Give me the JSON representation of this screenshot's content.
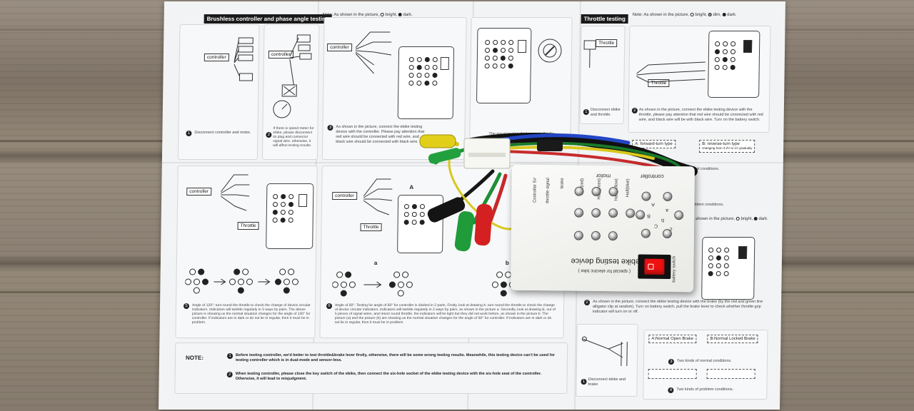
{
  "sheet": {
    "left_section": {
      "title": "Brushless controller and phase angle testing",
      "note": "Note: As shown in the picture,",
      "note_bright": "bright,",
      "note_dark": "dark.",
      "label_controller": "controller",
      "caption_1": "Disconnect controller and motor.",
      "caption_2": "If there is speed meter for ebike, please disconnect its plug and connector signal wire, otherwise, it will affect testing results.",
      "caption_3": "As shown in the picture, connect the ebike testing device with the controller. Please pay attention that red wire should be connected with red wire, and black wire should be connected with black wire.",
      "caption_4": "The equal testing device controller 5v",
      "label_throttle": "Throttle",
      "caption_5_title": "Angle of 120°:",
      "caption_5": "turn round the throttle to check the change of device circular indicators. Indicators will twinkle regularly in 3 ways by pairs. The above picture is showing us the normal situation changes for the angle of 120° for controller. If indicators are in dark or do not lie in regular, then it must be in problem.",
      "caption_6_title": "Angle of 60°:",
      "caption_6": "Testing for angle of 60° for controller is divided in 2 parts. Firstly, look at drawing A, turn round the throttle to check the change of device circular indicators. Indicators will twinkle regularly in 2 ways by pairs, as shown in the picture a. Secondly, look at drawing B, out of 5 pieces of signal wires, and return round throttle, the indicators will be light but they did not work before, as shown in the picture b. The picture (a) and the picture (b) are showing us the normal situation changes for the angle of 60° for controller. If indicators are in dark or do not lie in regular, then it must be in problem.",
      "label_a_upper": "A",
      "label_a_lower": "a",
      "label_b_lower": "b",
      "note_label": "NOTE:",
      "note_1": "Before testing controller, we'd better to test throttle&brake lever firstly, otherwise, there will be some wrong testing results. Meanwhile, this testing device can't be used for testing controller which is in dual-mode and sensor-less.",
      "note_2": "When testing controller, please close the key switch of the ebike, then connect the six-hole socket of the ebike testing device with the six-hole seat of the controller. Otherwise, it will lead to misjudgment."
    },
    "right_section": {
      "title": "Throttle testing",
      "note": "Note: As shown in the picture,",
      "note_bright": "bright,",
      "note_dim": "dim,",
      "note_dark": "dark.",
      "label_throttle_1": "Throttle",
      "label_throttle_2": "Throttle",
      "caption_1": "Disconnect ebike and throttle.",
      "caption_2": "As shown in the picture, connect the ebike testing device with the throttle, please pay attention that red wire should be connected with red wire, and black wire will be with black wire. Turn on the battery switch.",
      "type_a": "A: forward-turn type",
      "type_b": "B: reverse-turn type",
      "type_b_sub": "changing from 4.2V to 1V gradually",
      "normal_conditions": "normal conditions.",
      "problem_conditions": "problem conditions.",
      "note_brake": "Note: As shown in the picture,",
      "note_brake_bright": "bright,",
      "note_brake_dark": "dark.",
      "caption_brake_2": "As shown in the picture, connect the ebike testing device with the brake (by the red and green line alligator clip at random). Turn on battery switch, pull the brake lever to check whether throttle grip indicator will turn on or off.",
      "caption_brake_1": "Disconnect ebike and brake",
      "brake_a": "A:Normal Open Brake",
      "brake_b": "B:Normal Locked Brake",
      "kinds_normal": "Two kinds of normal conditions.",
      "kinds_problem": "Two kinds of problem conditions."
    }
  },
  "tester": {
    "label_controller": "controller",
    "label_motor": "motor",
    "label_title": "ebike testing device",
    "label_sub": "( special for electric bike )",
    "label_switch": "battery switch",
    "col_labels": [
      "Hall(red)",
      "Hall(green)",
      "Hall(yellow)",
      "Hall(blue)",
      "throttle signal",
      "brake",
      "Controller 5V"
    ],
    "pin_letters": [
      "A",
      "B",
      "C",
      "a",
      "b",
      "c"
    ]
  },
  "colors": {
    "paper": "#f2f3f4",
    "switch_red": "#e11111",
    "clip_green": "#1f9b3a",
    "clip_red": "#d42020",
    "clip_black": "#151515",
    "clip_yellow": "#e8d21a"
  }
}
